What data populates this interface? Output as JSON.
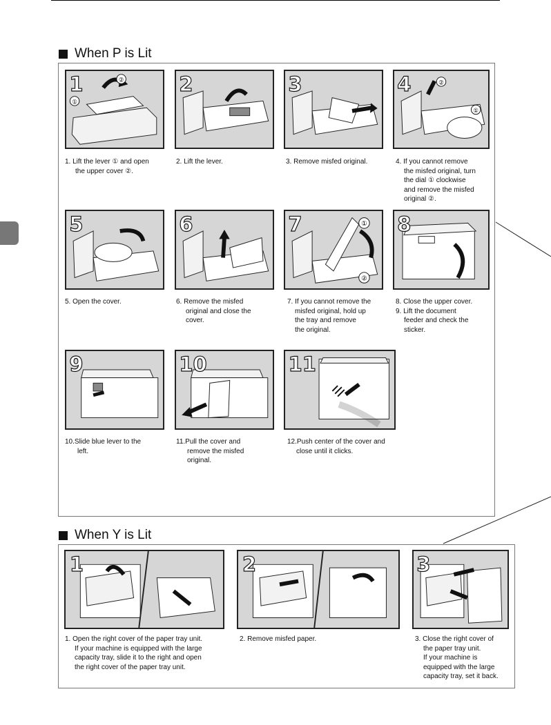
{
  "section_p": {
    "heading": "When P is Lit",
    "steps": [
      {
        "number": "1",
        "caption": [
          "1. Lift the lever ① and open",
          "the upper cover ②."
        ]
      },
      {
        "number": "2",
        "caption": [
          "2. Lift the lever."
        ]
      },
      {
        "number": "3",
        "caption": [
          "3. Remove misfed original."
        ]
      },
      {
        "number": "4",
        "caption": [
          "4. If you cannot remove",
          "the misfed original, turn",
          "the dial ① clockwise",
          "and remove the misfed",
          "original ②."
        ]
      },
      {
        "number": "5",
        "caption": [
          "5. Open the cover."
        ]
      },
      {
        "number": "6",
        "caption": [
          "6. Remove the misfed",
          "original and close the",
          "cover."
        ]
      },
      {
        "number": "7",
        "caption": [
          "7. If you cannot remove the",
          "misfed original, hold up",
          "the tray and remove",
          "the original."
        ]
      },
      {
        "number": "8",
        "caption": [
          "8. Close the upper cover.",
          "9. Lift the document",
          "feeder and check the",
          "sticker."
        ]
      },
      {
        "number": "9",
        "caption": [
          "10.Slide blue lever to the",
          "left."
        ]
      },
      {
        "number": "10",
        "caption": [
          "11.Pull the cover and",
          "remove the misfed",
          "original."
        ]
      },
      {
        "number": "11",
        "caption": [
          "12.Push center of the cover and",
          "close until it clicks."
        ]
      }
    ]
  },
  "section_y": {
    "heading": "When Y is Lit",
    "steps": [
      {
        "number": "1",
        "caption": [
          "1. Open the right cover of the paper tray unit.",
          "If your machine is equipped with the large",
          "capacity tray, slide it to the right and open",
          "the right cover of the paper tray unit."
        ]
      },
      {
        "number": "2",
        "caption": [
          "2. Remove misfed paper."
        ]
      },
      {
        "number": "3",
        "caption": [
          "3. Close the right cover of",
          "the paper tray unit.",
          "If your machine is",
          "equipped with the large",
          "capacity tray, set it back."
        ]
      }
    ]
  },
  "callout_marks": [
    "①",
    "②"
  ]
}
